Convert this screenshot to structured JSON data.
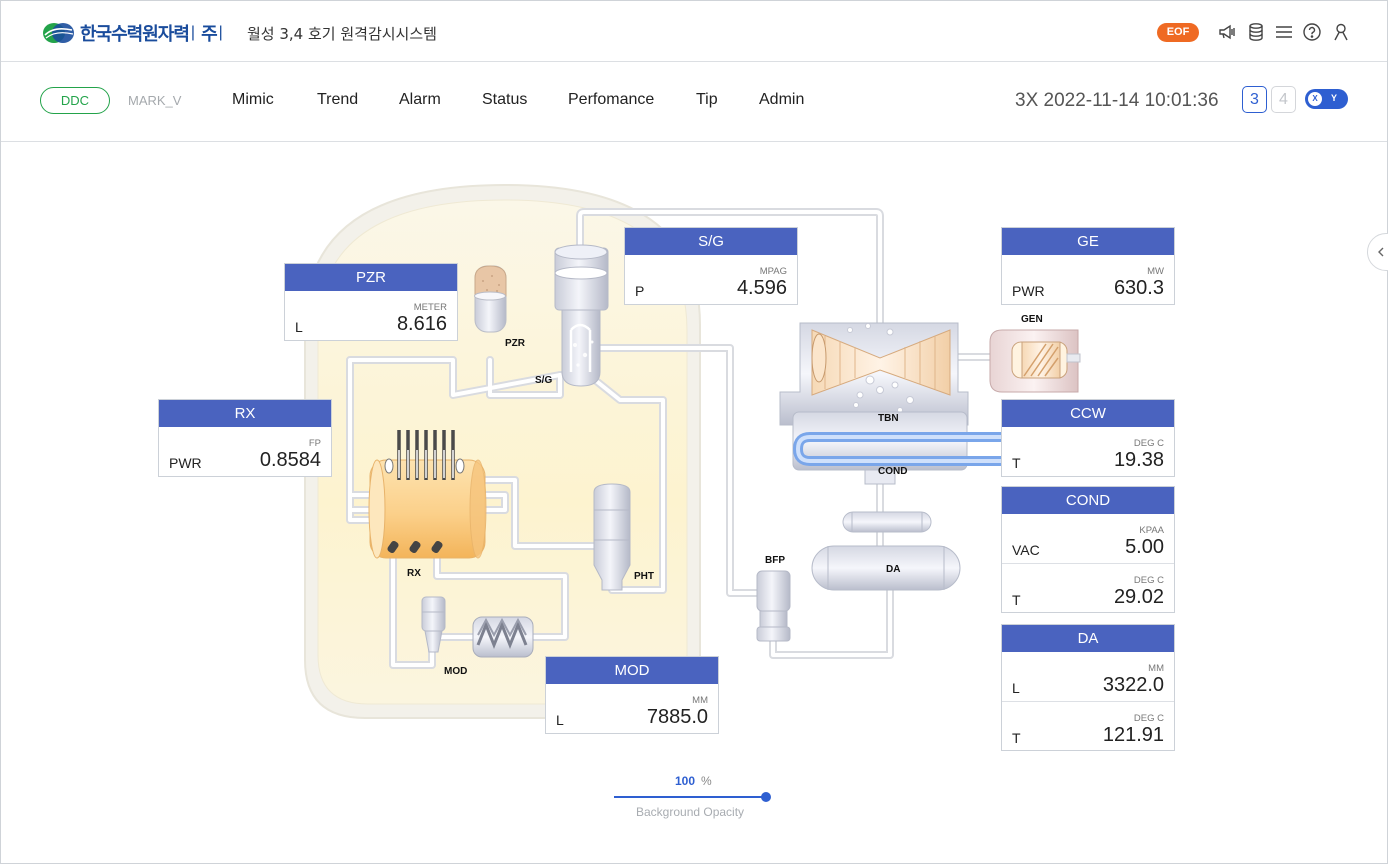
{
  "header": {
    "logo_text": "한국수력원자력",
    "logo_suffix": "주",
    "system_title": "월성 3,4 호기 원격감시시스템",
    "eof_badge": "EOF",
    "colors": {
      "brand_blue": "#1a4c9c",
      "brand_green": "#23a34a",
      "eof_orange": "#ef6a23",
      "accent_blue": "#2e5fd1"
    },
    "toolbar_icons": [
      "megaphone-icon",
      "database-icon",
      "menu-icon",
      "help-icon",
      "user-icon"
    ]
  },
  "nav": {
    "ddc": "DDC",
    "mark_v": "MARK_V",
    "menu": [
      "Mimic",
      "Trend",
      "Alarm",
      "Status",
      "Perfomance",
      "Tip",
      "Admin"
    ],
    "datetime": "3X 2022-11-14 10:01:36",
    "unit_3": "3",
    "unit_4": "4",
    "toggle_x": "X",
    "toggle_y": "Y"
  },
  "panels": {
    "pzr": {
      "title": "PZR",
      "rows": [
        {
          "key": "L",
          "unit": "METER",
          "value": "8.616"
        }
      ]
    },
    "sg": {
      "title": "S/G",
      "rows": [
        {
          "key": "P",
          "unit": "MPAG",
          "value": "4.596"
        }
      ]
    },
    "ge": {
      "title": "GE",
      "rows": [
        {
          "key": "PWR",
          "unit": "MW",
          "value": "630.3"
        }
      ]
    },
    "rx": {
      "title": "RX",
      "rows": [
        {
          "key": "PWR",
          "unit": "FP",
          "value": "0.8584"
        }
      ]
    },
    "ccw": {
      "title": "CCW",
      "rows": [
        {
          "key": "T",
          "unit": "DEG C",
          "value": "19.38"
        }
      ]
    },
    "cond": {
      "title": "COND",
      "rows": [
        {
          "key": "VAC",
          "unit": "KPAA",
          "value": "5.00"
        },
        {
          "key": "T",
          "unit": "DEG C",
          "value": "29.02"
        }
      ]
    },
    "mod": {
      "title": "MOD",
      "rows": [
        {
          "key": "L",
          "unit": "MM",
          "value": "7885.0"
        }
      ]
    },
    "da": {
      "title": "DA",
      "rows": [
        {
          "key": "L",
          "unit": "MM",
          "value": "3322.0"
        },
        {
          "key": "T",
          "unit": "DEG C",
          "value": "121.91"
        }
      ]
    }
  },
  "labels": {
    "pzr": "PZR",
    "sg": "S/G",
    "rx": "RX",
    "pht": "PHT",
    "mod": "MOD",
    "tbn": "TBN",
    "gen": "GEN",
    "cond": "COND",
    "bfp": "BFP",
    "da": "DA"
  },
  "opacity": {
    "value": "100",
    "unit": "%",
    "label": "Background Opacity",
    "level": 1.0
  }
}
